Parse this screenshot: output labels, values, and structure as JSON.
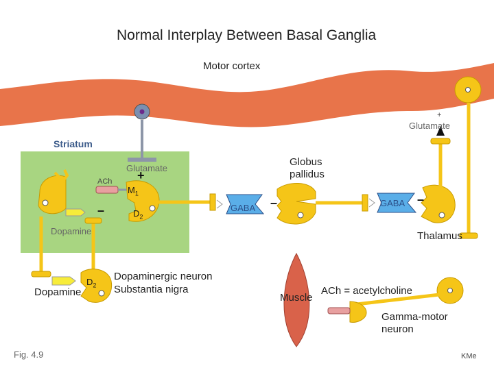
{
  "title": "Normal Interplay Between Basal Ganglia",
  "labels": {
    "motor_cortex": "Motor cortex",
    "striatum": "Striatum",
    "glutamate_cortex": "Glutamate",
    "glutamate_thalamus": "Glutamate",
    "plus_cortex": "+",
    "plus_thalamus": "+",
    "ach": "ACh",
    "m1": "M",
    "m1_sub": "1",
    "d2": "D",
    "d2_sub": "2",
    "d2b": "D",
    "d2b_sub": "2",
    "minus_striatum": "–",
    "dopamine_striatum": "Dopamine",
    "dopamine_sn": "Dopamine",
    "globus_pallidus_line1": "Globus",
    "globus_pallidus_line2": "pallidus",
    "gaba_1": "GABA",
    "gaba_2": "GABA",
    "minus_gp": "–",
    "minus_thalamus": "–",
    "thalamus": "Thalamus",
    "dopaminergic_line1": "Dopaminergic neuron",
    "dopaminergic_line2": "Substantia  nigra",
    "muscle": "Muscle",
    "ach_legend": "ACh = acetylcholine",
    "gamma_line1": "Gamma-motor",
    "gamma_line2": "neuron",
    "fig": "Fig. 4.9",
    "credit": "KMe"
  },
  "colors": {
    "cortex": "#e8744a",
    "striatum_bg": "#a8d581",
    "neuron": "#f5c518",
    "neuron_stroke": "#c79a00",
    "gaba": "#5aaee8",
    "muscle": "#d9624a",
    "ach_vesicle": "#e8a0a0",
    "dopamine_vesicle": "#f7ec3a"
  }
}
